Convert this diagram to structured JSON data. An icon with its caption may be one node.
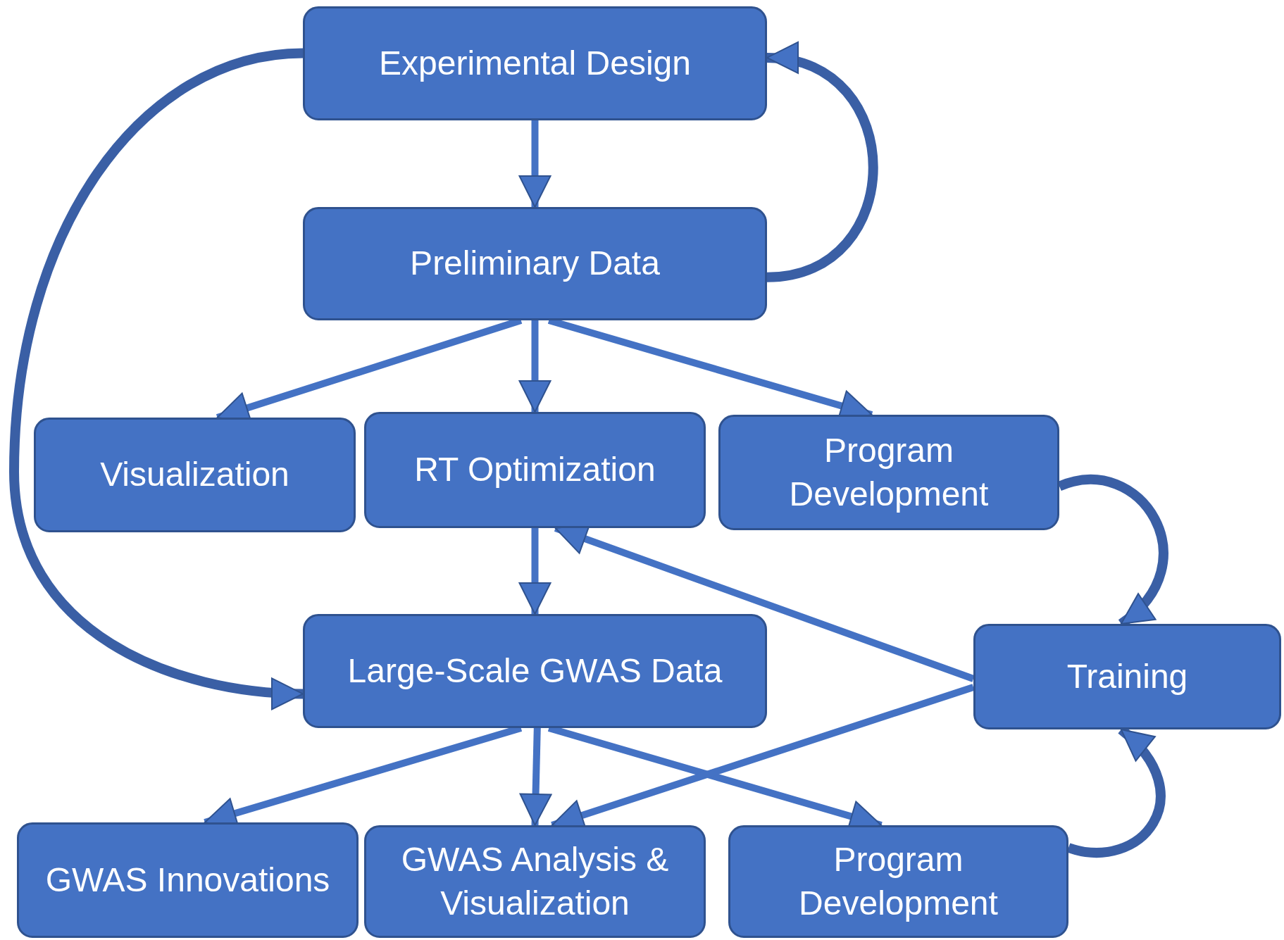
{
  "diagram": {
    "nodes": [
      {
        "text": [
          "Experimental Design"
        ]
      },
      {
        "text": [
          "Preliminary Data"
        ]
      },
      {
        "text": [
          "Visualization"
        ]
      },
      {
        "text": [
          "RT Optimization"
        ]
      },
      {
        "text": [
          "Program Development"
        ]
      },
      {
        "text": [
          "Training"
        ]
      },
      {
        "text": [
          "Large-Scale GWAS Data"
        ]
      },
      {
        "text": [
          "GWAS Innovations"
        ]
      },
      {
        "text": [
          "GWAS Analysis & Visualization"
        ]
      },
      {
        "text": [
          "Program Development"
        ]
      }
    ],
    "edges": [
      {
        "from": 0,
        "to": 1,
        "arrow": "to"
      },
      {
        "from": 1,
        "to": 0,
        "arrow": "to"
      },
      {
        "from": 0,
        "to": 6,
        "arrow": "to"
      },
      {
        "from": 1,
        "to": 2,
        "arrow": "to"
      },
      {
        "from": 1,
        "to": 3,
        "arrow": "to"
      },
      {
        "from": 1,
        "to": 4,
        "arrow": "to"
      },
      {
        "from": 3,
        "to": 6,
        "arrow": "to"
      },
      {
        "from": 5,
        "to": 3,
        "arrow": "to"
      },
      {
        "from": 4,
        "to": 5,
        "arrow": "to"
      },
      {
        "from": 6,
        "to": 7,
        "arrow": "to"
      },
      {
        "from": 6,
        "to": 8,
        "arrow": "to"
      },
      {
        "from": 6,
        "to": 9,
        "arrow": "to"
      },
      {
        "from": 5,
        "to": 8,
        "arrow": "to"
      },
      {
        "from": 9,
        "to": 5,
        "arrow": "to"
      }
    ]
  }
}
